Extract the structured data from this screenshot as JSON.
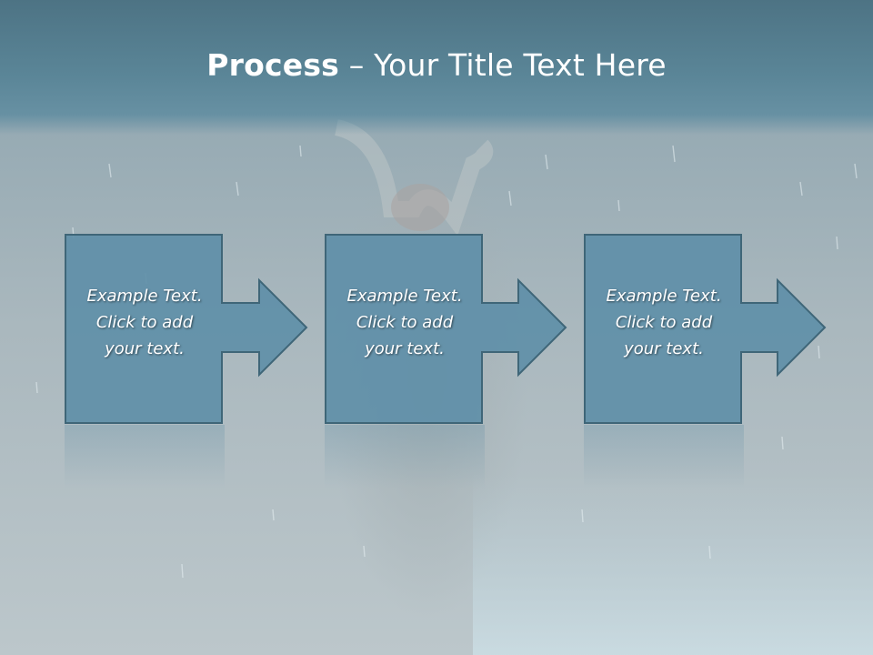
{
  "slide": {
    "title_bold": "Process",
    "title_rest": " – Your Title Text Here"
  },
  "steps": [
    {
      "line1": "Example Text.",
      "line2": "Click  to add",
      "line3": "your text."
    },
    {
      "line1": "Example Text.",
      "line2": "Click  to add",
      "line3": "your text."
    },
    {
      "line1": "Example Text.",
      "line2": "Click  to add",
      "line3": "your text."
    }
  ],
  "colors": {
    "title_band": "#5a8597",
    "shape_fill": "#5f8fa8",
    "shape_stroke": "#3f6678",
    "text": "#ffffff"
  }
}
